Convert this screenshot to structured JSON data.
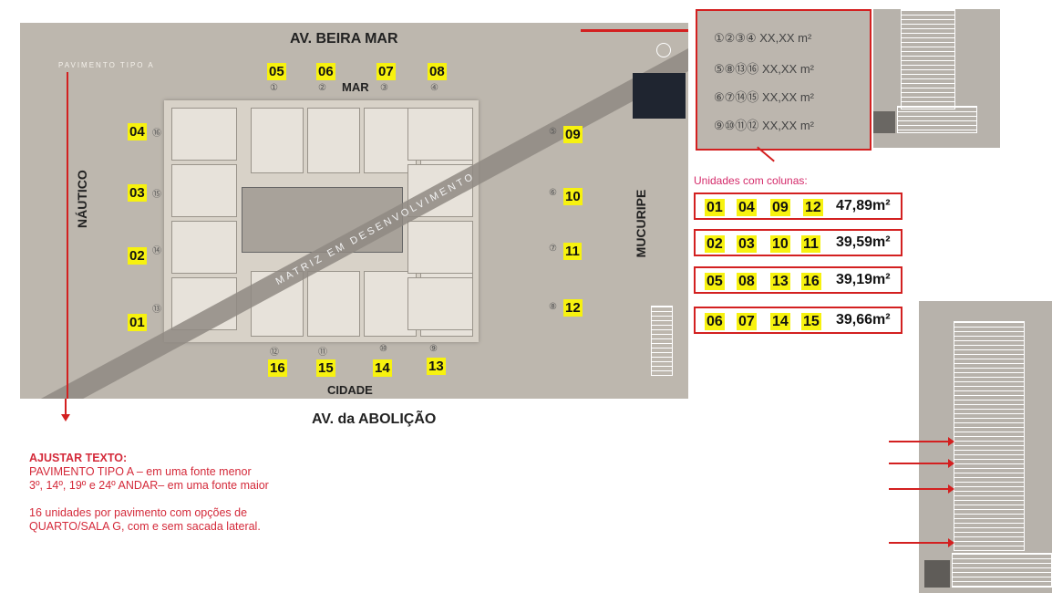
{
  "plan": {
    "streets": {
      "top": "AV. BEIRA MAR",
      "bottom": "AV. da ABOLIÇÃO",
      "left": "NÁUTICO",
      "right": "MUCURIPE",
      "inner_top": "MAR",
      "inner_bottom": "CIDADE"
    },
    "floor_label": "PAVIMENTO TIPO A",
    "band_text": "MATRIZ EM DESENVOLVIMENTO",
    "units_top": [
      {
        "tag": "05",
        "n": "①"
      },
      {
        "tag": "06",
        "n": "②"
      },
      {
        "tag": "07",
        "n": "③"
      },
      {
        "tag": "08",
        "n": "④"
      }
    ],
    "units_left": [
      {
        "tag": "04",
        "n": "⑯"
      },
      {
        "tag": "03",
        "n": "⑮"
      },
      {
        "tag": "02",
        "n": "⑭"
      },
      {
        "tag": "01",
        "n": "⑬"
      }
    ],
    "units_right": [
      {
        "tag": "09",
        "n": "⑤"
      },
      {
        "tag": "10",
        "n": "⑥"
      },
      {
        "tag": "11",
        "n": "⑦"
      },
      {
        "tag": "12",
        "n": "⑧"
      }
    ],
    "units_bottom": [
      {
        "tag": "16",
        "n": "⑫"
      },
      {
        "tag": "15",
        "n": "⑪"
      },
      {
        "tag": "14",
        "n": "⑩"
      },
      {
        "tag": "13",
        "n": "⑨"
      }
    ]
  },
  "legend": {
    "rows": [
      {
        "nums": "①②③④",
        "area": "XX,XX m²"
      },
      {
        "nums": "⑤⑧⑬⑯",
        "area": "XX,XX m²"
      },
      {
        "nums": "⑥⑦⑭⑮",
        "area": "XX,XX m²"
      },
      {
        "nums": "⑨⑩⑪⑫",
        "area": "XX,XX m²"
      }
    ]
  },
  "units_title": "Unidades com colunas:",
  "unit_groups": [
    {
      "units": [
        "01",
        "04",
        "09",
        "12"
      ],
      "area": "47,89m²"
    },
    {
      "units": [
        "02",
        "03",
        "10",
        "11"
      ],
      "area": "39,59m²"
    },
    {
      "units": [
        "05",
        "08",
        "13",
        "16"
      ],
      "area": "39,19m²"
    },
    {
      "units": [
        "06",
        "07",
        "14",
        "15"
      ],
      "area": "39,66m²"
    }
  ],
  "note": {
    "lines": [
      "AJUSTAR TEXTO:",
      "PAVIMENTO TIPO A – em uma fonte menor",
      "3º, 14º, 19º e 24º ANDAR– em uma fonte maior",
      "",
      "16 unidades por pavimento com opções de",
      "QUARTO/SALA G, com e sem sacada lateral."
    ]
  },
  "colors": {
    "accent_red": "#d32020",
    "highlight": "#f7f20f",
    "note_text": "#d42a3a"
  }
}
